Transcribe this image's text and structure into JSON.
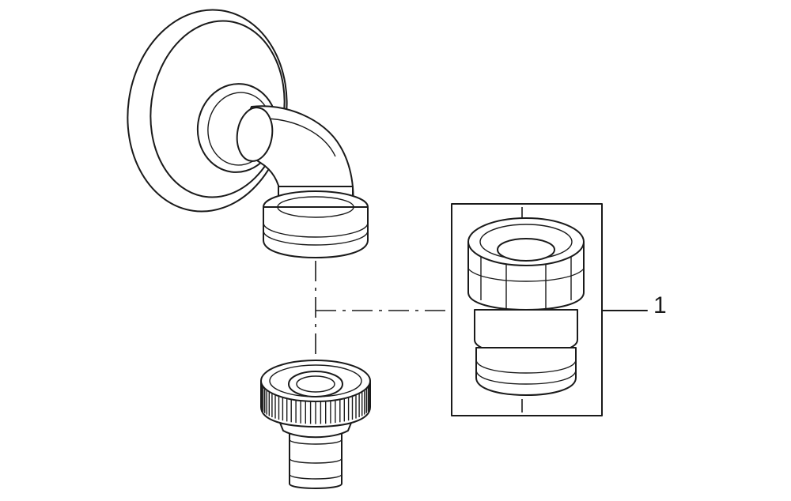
{
  "diagram": {
    "callouts": [
      {
        "label": "1",
        "target": "quick-connect-adapter"
      }
    ],
    "parts": [
      "wall-tap-elbow",
      "hose-tail-coupling",
      "quick-connect-adapter"
    ],
    "line_color": "#1a1a1a",
    "background": "#ffffff"
  }
}
